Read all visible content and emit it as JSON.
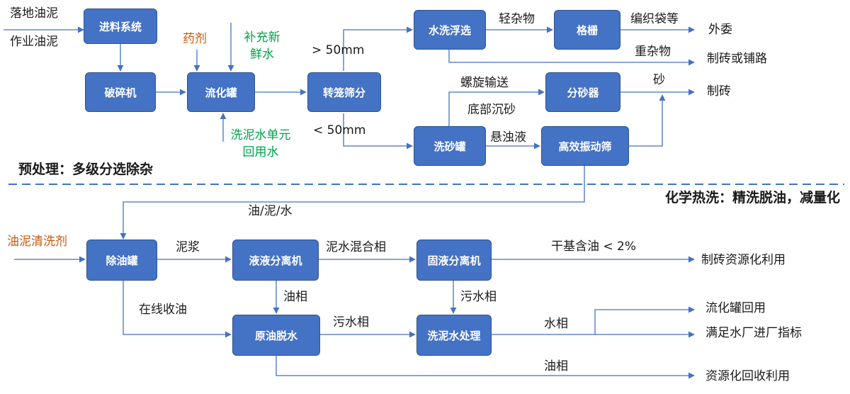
{
  "colors": {
    "box_fill": "#4472c4",
    "arrow": "#4472c4",
    "divider": "#4472c4",
    "chemical_label": "#c55a11",
    "water_label": "#00a14b"
  },
  "sections": {
    "pretreatment_title": "预处理：多级分选除杂",
    "chemical_wash_title": "化学热洗：精洗脱油，减量化"
  },
  "boxes": {
    "feed_system": "进料系统",
    "crusher": "破碎机",
    "fluidizing_tank": "流化罐",
    "rotary_screen": "转笼筛分",
    "water_flotation": "水洗浮选",
    "grid": "格栅",
    "sand_separator": "分砂器",
    "sand_washing_tank": "洗砂罐",
    "vibrating_screen": "高效振动筛",
    "degreasing_tank": "除油罐",
    "liquid_separator": "液液分离机",
    "solid_liquid_separator": "固液分离机",
    "crude_dehydration": "原油脱水",
    "wastewater_treatment": "洗泥水处理"
  },
  "labels": {
    "input_ground_sludge": "落地油泥",
    "input_operation_sludge": "作业油泥",
    "reagent": "药剂",
    "makeup_water_1": "补充新",
    "makeup_water_2": "鲜水",
    "recycle_water_1": "洗泥水单元",
    "recycle_water_2": "回用水",
    "gt_50mm": "> 50mm",
    "lt_50mm": "< 50mm",
    "light_debris": "轻杂物",
    "woven_bags": "编织袋等",
    "outsourced": "外委",
    "heavy_debris": "重杂物",
    "bricks_or_paving": "制砖或铺路",
    "screw_conveyor": "螺旋输送",
    "bottom_sand": "底部沉砂",
    "sand": "砂",
    "brick_making": "制砖",
    "suspension": "悬浊液",
    "oil_mud_water": "油/泥/水",
    "cleaning_agent": "油泥清洗剂",
    "slurry": "泥浆",
    "mud_water_phase": "泥水混合相",
    "dry_oil_content": "干基含油 < 2%",
    "brick_resource": "制砖资源化利用",
    "online_oil_recovery": "在线收油",
    "oil_phase_1": "油相",
    "sewage_phase_1": "污水相",
    "sewage_phase_2": "污水相",
    "water_phase": "水相",
    "reuse_fluidizing": "流化罐回用",
    "meet_plant_standard": "满足水厂进厂指标",
    "oil_phase_2": "油相",
    "resource_recovery": "资源化回收利用"
  }
}
